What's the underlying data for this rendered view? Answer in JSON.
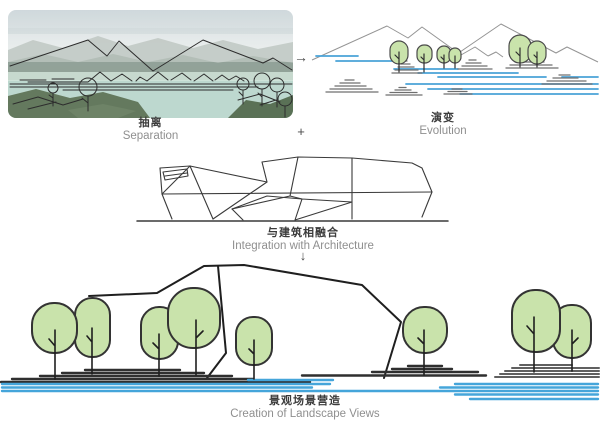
{
  "diagram": {
    "steps": {
      "separation": {
        "label_cn": "抽离",
        "label_en": "Separation"
      },
      "evolution": {
        "label_cn": "演变",
        "label_en": "Evolution"
      },
      "integration": {
        "label_cn": "与建筑相融合",
        "label_en": "Integration with Architecture"
      },
      "creation": {
        "label_cn": "景观场景营造",
        "label_en": "Creation of Landscape Views"
      }
    },
    "operators": {
      "arrow_right": "→",
      "plus": "+",
      "arrow_down": "↓"
    },
    "palette": {
      "tree_green": "#c9e3ab",
      "tree_outline": "#3a3a3a",
      "water_blue": "#4aa3d8",
      "sketch_gray": "#8f8f8f",
      "sketch_dark": "#2f2f2f",
      "label_cn_color": "#3b3b3b",
      "label_en_color": "#8f8f8f"
    }
  }
}
